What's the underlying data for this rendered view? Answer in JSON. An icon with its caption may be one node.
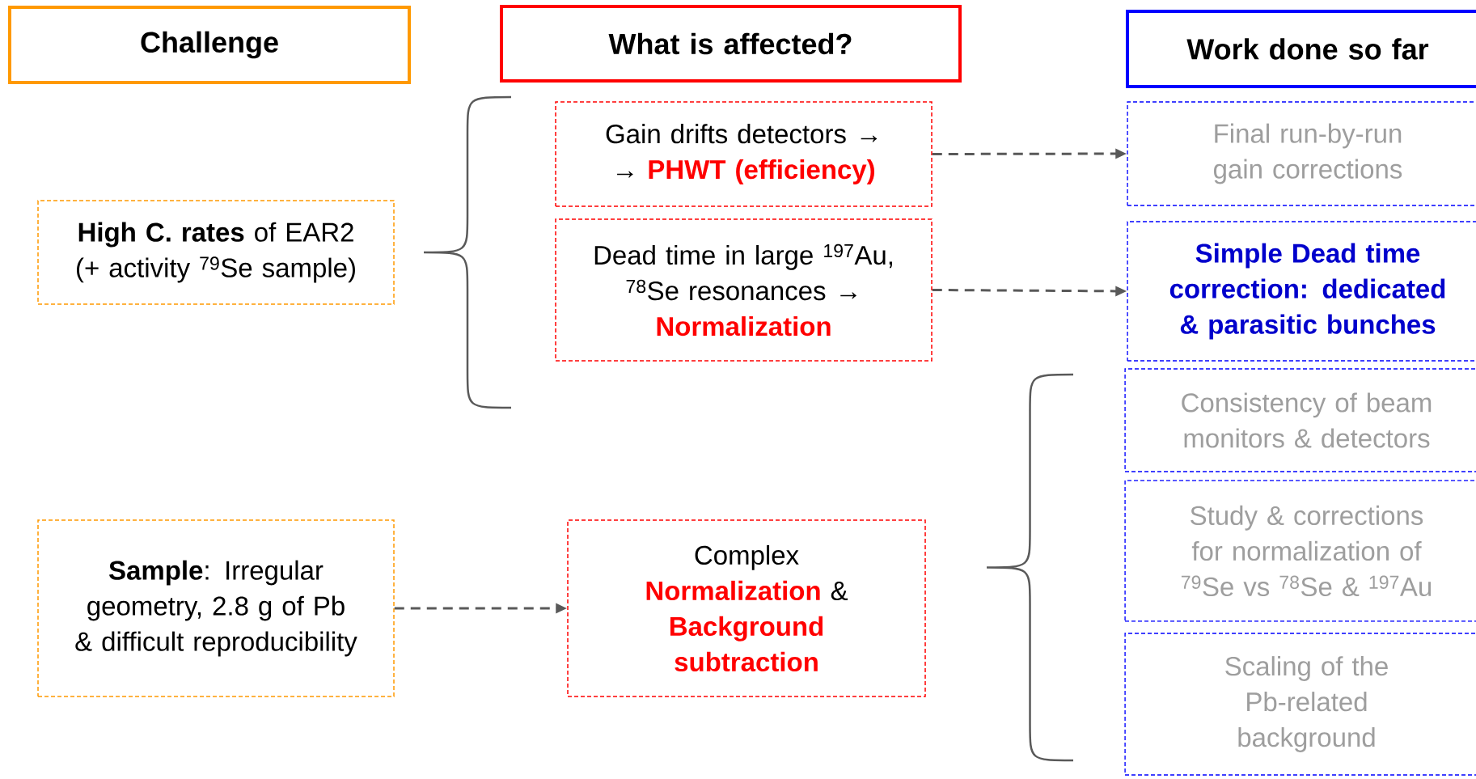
{
  "diagram": {
    "nodes": [
      {
        "text": [
          "Challenge"
        ]
      },
      {
        "text": [
          "What is affected?"
        ]
      },
      {
        "text": [
          "Work done so far"
        ]
      },
      {
        "text": [
          "**High C. rates** of EAR2 (+ activity $^{79}$Se sample)"
        ]
      },
      {
        "text": [
          "**Sample**: Irregular geometry, 2.8 g of Pb & difficult reproducibility"
        ]
      },
      {
        "text": [
          "Gain drifts detectors →",
          "→",
          "PHWT (efficiency)"
        ]
      },
      {
        "text": [
          "Dead time in large $^{197}$Au, $^{78}$Se resonances →",
          "Normalization"
        ]
      },
      {
        "text": [
          "Complex",
          "Normalization",
          "&",
          "Background subtraction"
        ]
      },
      {
        "text": [
          "Final run-by-run gain corrections"
        ]
      },
      {
        "text": [
          "Simple Dead time correction: dedicated & parasitic bunches"
        ]
      },
      {
        "text": [
          "Consistency of beam monitors & detectors"
        ]
      },
      {
        "text": [
          "Study & corrections for normalization of $^{79}$Se vs $^{78}$Se & $^{197}$Au"
        ]
      },
      {
        "text": [
          "Scaling of the Pb-related background"
        ]
      }
    ],
    "edges": [
      {
        "from": 5,
        "to": 8,
        "arrow": "to",
        "style": "dashed"
      },
      {
        "from": 6,
        "to": 9,
        "arrow": "to",
        "style": "dashed"
      },
      {
        "from": 4,
        "to": 7,
        "arrow": "to",
        "style": "dashed"
      }
    ]
  }
}
